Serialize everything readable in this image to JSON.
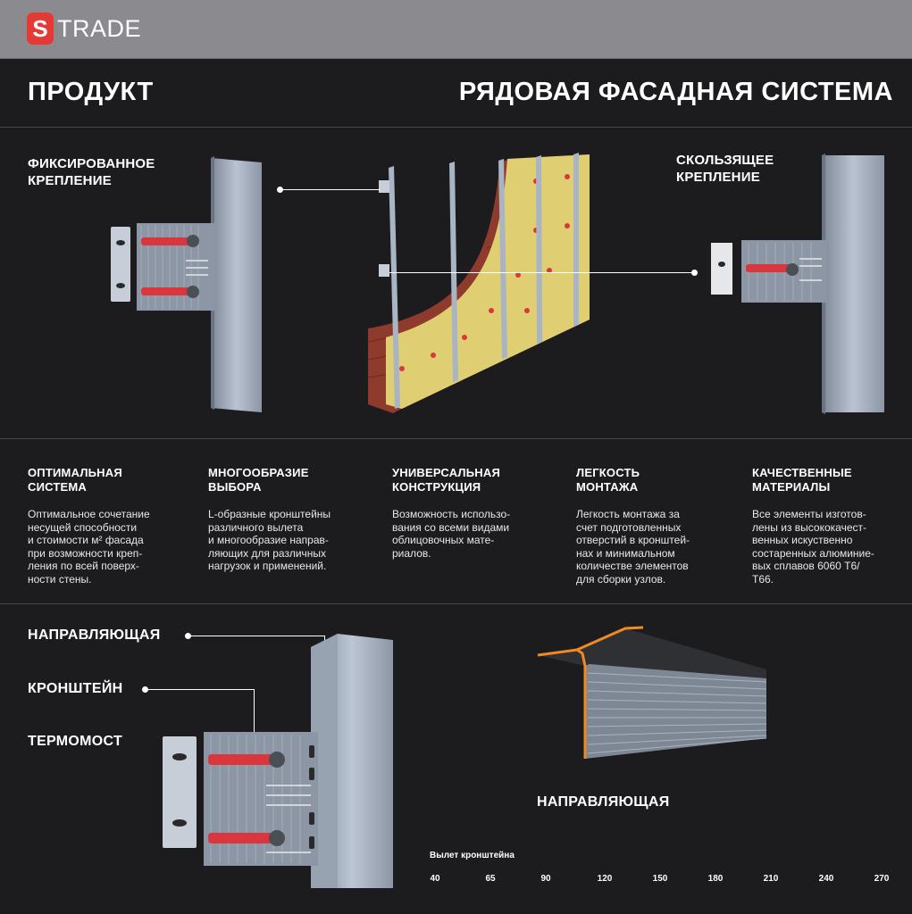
{
  "header": {
    "logo_letter": "S",
    "logo_text": "TRADE"
  },
  "titles": {
    "left": "ПРОДУКТ",
    "right": "РЯДОВАЯ ФАСАДНАЯ СИСТЕМА"
  },
  "top_labels": {
    "fixed": [
      "ФИКСИРОВАННОЕ",
      "КРЕПЛЕНИЕ"
    ],
    "sliding": [
      "СКОЛЬЗЯЩЕЕ",
      "КРЕПЛЕНИЕ"
    ]
  },
  "features": [
    {
      "title": [
        "ОПТИМАЛЬНАЯ",
        "СИСТЕМА"
      ],
      "lines": [
        "Оптимальное сочетание",
        "несущей способности",
        "и стоимости м² фасада",
        "при возможности креп-",
        "ления по всей поверх-",
        "ности стены."
      ]
    },
    {
      "title": [
        "МНОГООБРАЗИЕ",
        "ВЫБОРА"
      ],
      "lines": [
        "L-образные кронштейны",
        "различного вылета",
        "и многообразие направ-",
        "ляющих для различных",
        "нагрузок и применений."
      ]
    },
    {
      "title": [
        "УНИВЕРСАЛЬНАЯ",
        "КОНСТРУКЦИЯ"
      ],
      "lines": [
        "Возможность использо-",
        "вания со всеми видами",
        "облицовочных мате-",
        "риалов."
      ]
    },
    {
      "title": [
        "ЛЕГКОСТЬ",
        "МОНТАЖА"
      ],
      "lines": [
        "Легкость монтажа за",
        "счет подготовленных",
        "отверстий в кронштей-",
        "нах и минимальном",
        "количестве элементов",
        "для сборки узлов."
      ]
    },
    {
      "title": [
        "КАЧЕСТВЕННЫЕ",
        "МАТЕРИАЛЫ"
      ],
      "lines": [
        "Все элементы изготов-",
        "лены из высококачест-",
        "венных искуственно",
        "состаренных алюминие-",
        "вых сплавов 6060 Т6/",
        "Т66."
      ]
    }
  ],
  "bottom_labels": {
    "guide": "НАПРАВЛЯЮЩАЯ",
    "bracket": "КРОНШТЕЙН",
    "thermo": "ТЕРМОМОСТ",
    "guide2": "НАПРАВЛЯЮЩАЯ"
  },
  "bracket_reach": {
    "label": "Вылет кронштейна",
    "values": [
      "40",
      "65",
      "90",
      "120",
      "150",
      "180",
      "210",
      "240",
      "270"
    ]
  },
  "colors": {
    "accent": "#e53935",
    "rod": "#d9363e",
    "metal": "#a9b4c4",
    "insulation": "#e0cf72",
    "brick": "#8e3a2c",
    "profile_edge": "#f08a24"
  }
}
